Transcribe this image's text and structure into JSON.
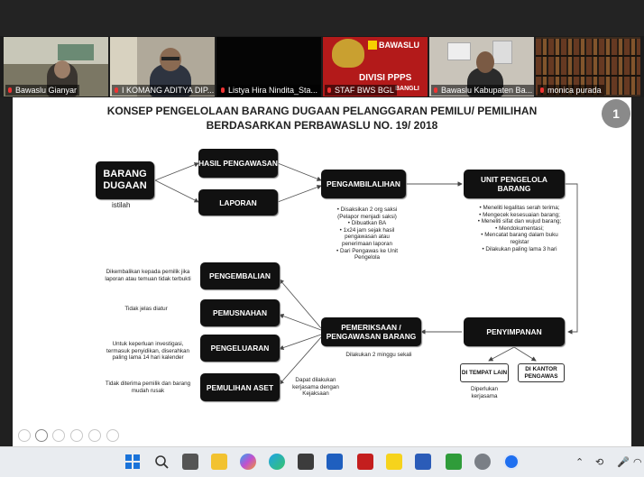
{
  "participants": [
    {
      "name": "Bawaslu Gianyar"
    },
    {
      "name": "I KOMANG ADITYA DIP..."
    },
    {
      "name": "Listya Hira Nindita_Sta..."
    },
    {
      "name": "STAF BWS BGL"
    },
    {
      "name": "Bawaslu Kabupaten Ba..."
    },
    {
      "name": "monica purada"
    }
  ],
  "tile4": {
    "logo_text": "BAWASLU",
    "sign_text": "DIVISI PPPS",
    "sign_sub": "BANGLI"
  },
  "slide": {
    "page_number": "1",
    "title_line1": "KONSEP PENGELOLAAN BARANG DUGAAN PELANGGARAN PEMILU/ PEMILIHAN",
    "title_line2": "BERDASARKAN PERBAWASLU NO. 19/ 2018",
    "boxes": {
      "barang": "BARANG DUGAAN",
      "istilah": "istilah",
      "hasil": "HASIL PENGAWASAN",
      "laporan": "LAPORAN",
      "pengambilalihan": "PENGAMBILALIHAN",
      "unit": "UNIT PENGELOLA BARANG",
      "penyimpanan": "PENYIMPANAN",
      "pemeriksaan": "PEMERIKSAAN / PENGAWASAN BARANG",
      "pengembalian": "PENGEMBALIAN",
      "pemusnahan": "PEMUSNAHAN",
      "pengeluaran": "PENGELUARAN",
      "pemulihan": "PEMULIHAN ASET",
      "di_tempat": "DI TEMPAT LAIN",
      "di_kantor": "DI KANTOR PENGAWAS"
    },
    "notes": {
      "pengambilalihan": [
        "• Disaksikan 2 org saksi",
        "(Pelapor menjadi saksi)",
        "• Dibuatkan BA",
        "• 1x24 jam sejak hasil",
        "pengawasan atau",
        "penerimaan laporan",
        "• Dari Pengawas ke Unit",
        "Pengelola"
      ],
      "unit": [
        "• Meneliti legalitas serah terima;",
        "• Mengecek kesesuaian barang;",
        "• Meneliti sifat dan wujud barang;",
        "• Mendokumentasi;",
        "• Mencatat barang dalam buku",
        "registar",
        "• Dilakukan paling lama 3 hari"
      ],
      "pengembalian": [
        "Dikembalikan kepada pemilik jika",
        "laporan atau temuan tidak terbukti"
      ],
      "pemusnahan": [
        "Tidak jelas diatur"
      ],
      "pengeluaran": [
        "Untuk keperluan investigasi,",
        "termasuk penyidikan, diserahkan",
        "paling lama 14 hari kalender"
      ],
      "pemulihan": [
        "Tidak diterima pemilik dan barang",
        "mudah rusak"
      ],
      "pemeriksaan": [
        "Dilakukan 2 minggu sekali"
      ],
      "kejaksaan": [
        "Dapat dilakukan",
        "kerjasama dengan",
        "Kejaksaan"
      ],
      "kerjasama": [
        "Diperlukan",
        "kerjasama"
      ]
    }
  },
  "colors": {
    "box": "#111111",
    "slide_bg": "#ffffff",
    "badge": "#8a8a8a",
    "taskbar": "#e9ecf0"
  },
  "taskbar_icons": [
    "windows-start-icon",
    "search-icon",
    "taskview-icon",
    "file-explorer-icon",
    "copilot-icon",
    "edge-icon",
    "store-icon",
    "mail-icon",
    "security-icon",
    "sticky-notes-icon",
    "word-icon",
    "app-icon",
    "settings-icon",
    "zoom-icon"
  ]
}
